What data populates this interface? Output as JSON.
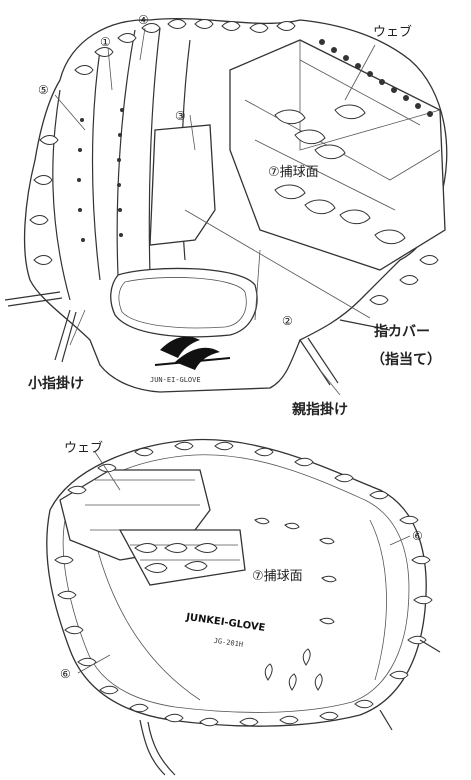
{
  "labels": {
    "num1": "①",
    "num2": "②",
    "num3": "③",
    "num4": "④",
    "num5": "⑤",
    "num6a": "⑥",
    "num6b": "⑥",
    "web_top": "ウェブ",
    "pocket_top": "⑦捕球面",
    "finger_cover": "指カバー",
    "finger_guard": "（指当て）",
    "pinky_hook": "小指掛け",
    "thumb_hook": "親指掛け",
    "web_bottom": "ウェブ",
    "pocket_bottom": "⑦捕球面"
  },
  "branding": {
    "top_logo_text": "JUN-EI-GLOVE",
    "bottom_logo_text": "JUNKEI-GLOVE",
    "bottom_model": "JG-201H"
  }
}
